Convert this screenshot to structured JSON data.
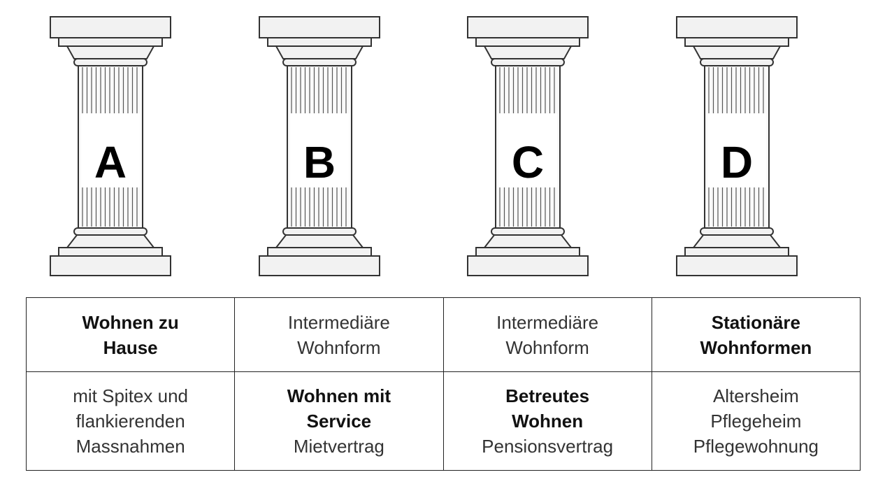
{
  "pillars": [
    {
      "letter": "A"
    },
    {
      "letter": "B"
    },
    {
      "letter": "C"
    },
    {
      "letter": "D"
    }
  ],
  "table": {
    "columns": [
      {
        "header": [
          "Wohnen zu",
          "Hause"
        ],
        "header_bold": true,
        "body_bold": [],
        "body": [
          "mit Spitex und",
          "flankierenden",
          "Massnahmen"
        ]
      },
      {
        "header": [
          "Intermediäre",
          "Wohnform"
        ],
        "header_bold": false,
        "body_bold": [
          "Wohnen mit",
          "Service"
        ],
        "body": [
          "Mietvertrag"
        ]
      },
      {
        "header": [
          "Intermediäre",
          "Wohnform"
        ],
        "header_bold": false,
        "body_bold": [
          "Betreutes",
          "Wohnen"
        ],
        "body": [
          "Pensionsvertrag"
        ]
      },
      {
        "header": [
          "Stationäre",
          "Wohnformen"
        ],
        "header_bold": true,
        "body_bold": [],
        "body": [
          "Altersheim",
          "Pflegeheim",
          "Pflegewohnung"
        ]
      }
    ]
  }
}
